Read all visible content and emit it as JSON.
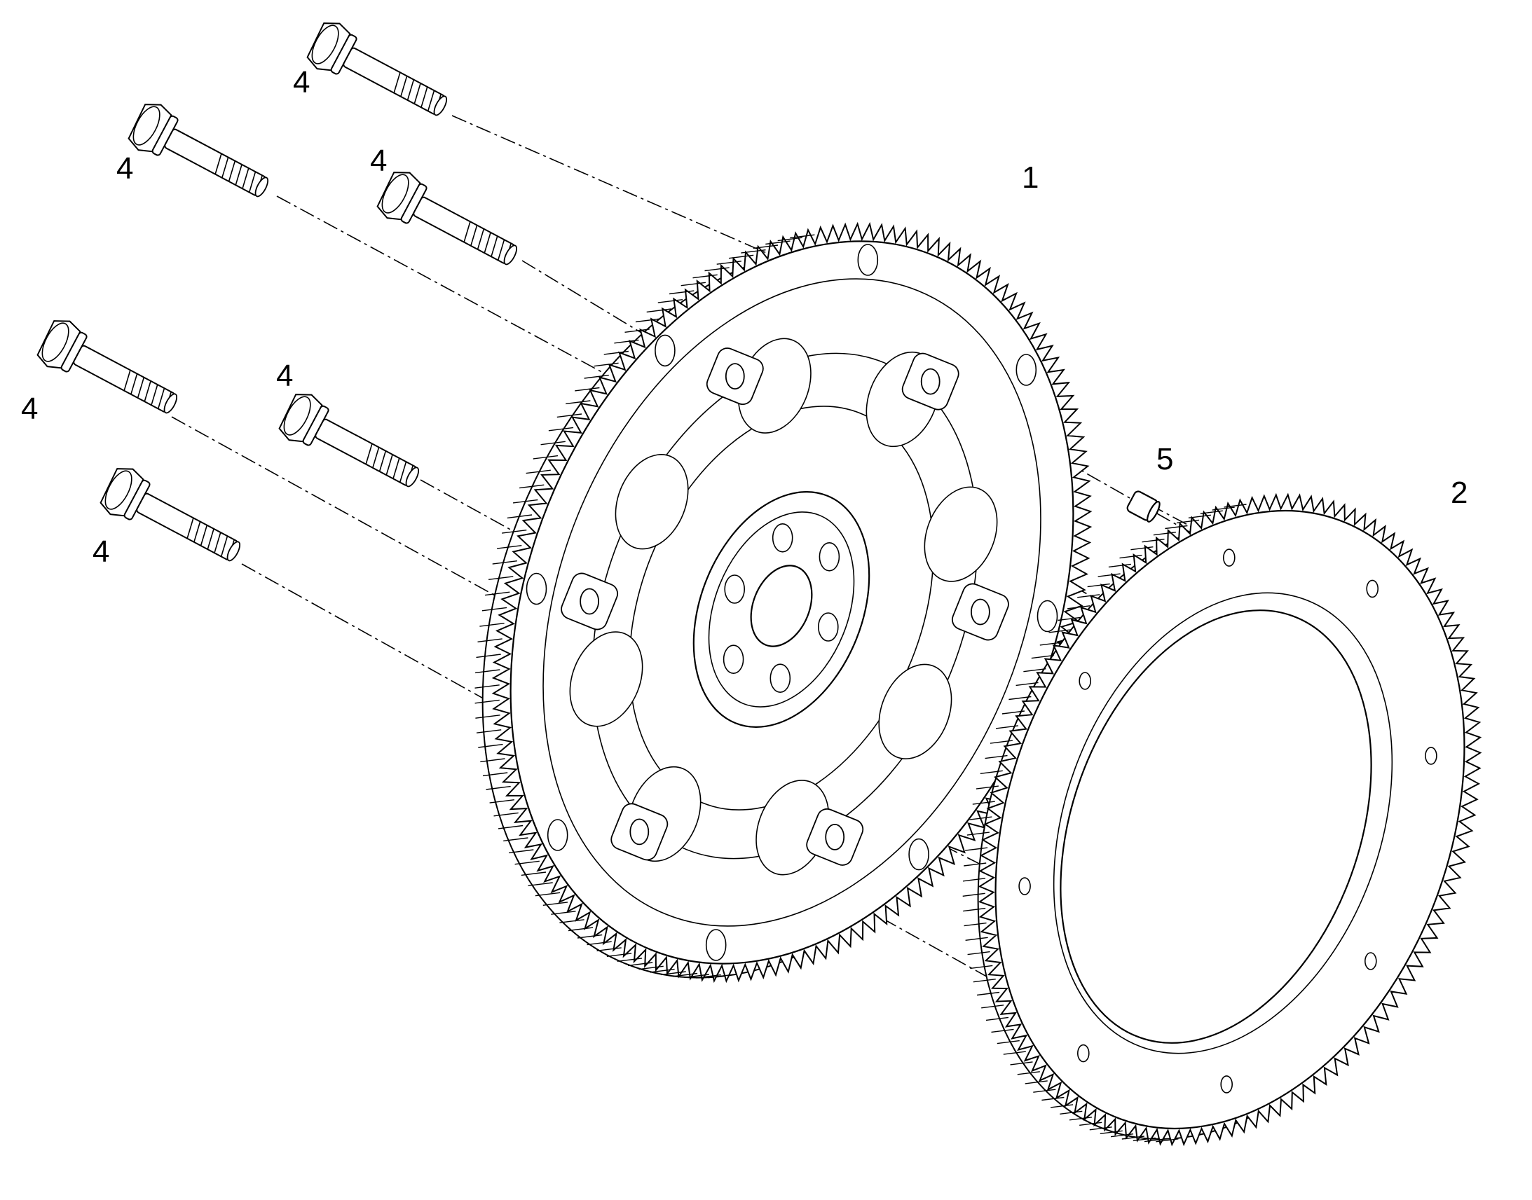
{
  "diagram": {
    "parts": [
      {
        "id": "flywheel",
        "callout": "1"
      },
      {
        "id": "ring-gear",
        "callout": "2"
      },
      {
        "id": "bolt",
        "callout": "4"
      },
      {
        "id": "dowel-pin",
        "callout": "5"
      }
    ],
    "bolt_count": 6,
    "colors": {
      "line": "#000000",
      "background": "#ffffff"
    }
  }
}
